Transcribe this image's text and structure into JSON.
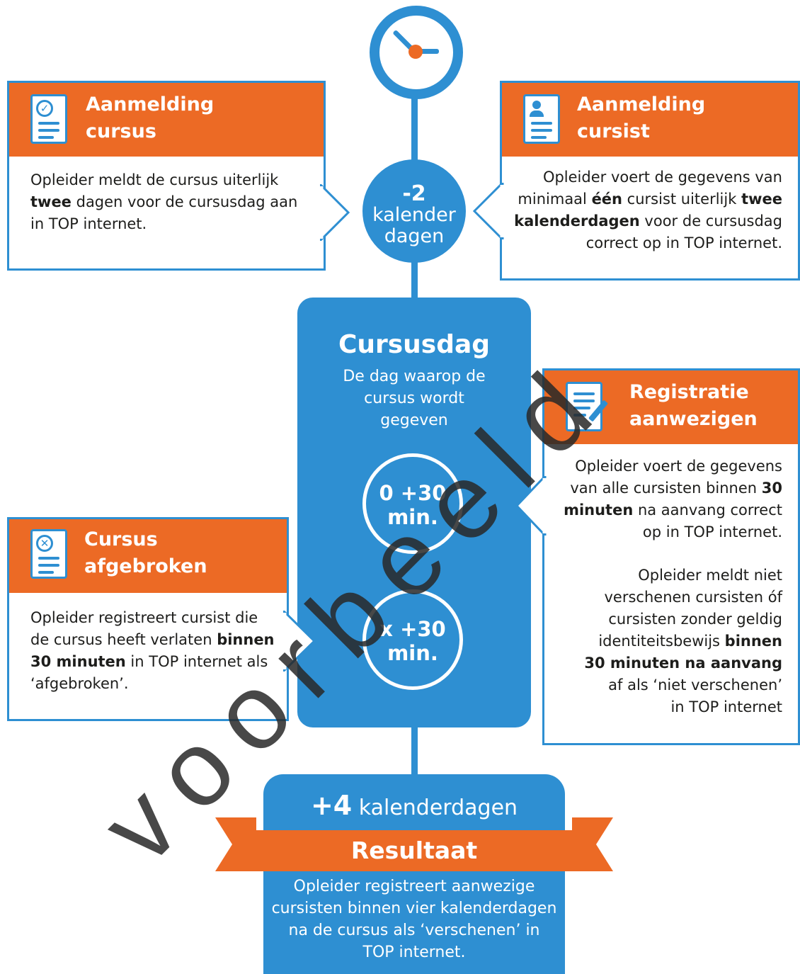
{
  "clock": {
    "icon": "clock-icon"
  },
  "timeline_marker": {
    "num": "-2",
    "line1": "kalender",
    "line2": "dagen"
  },
  "card_aanmelding_cursus": {
    "title_line1": "Aanmelding",
    "title_line2": "cursus",
    "icon": "document-check-icon",
    "body": [
      "Opleider meldt de cursus uiterlijk",
      "twee",
      " dagen voor de cursusdag aan",
      "in TOP internet."
    ]
  },
  "card_aanmelding_cursist": {
    "title_line1": "Aanmelding",
    "title_line2": "cursist",
    "icon": "document-person-icon",
    "body_l1": "Opleider voert de gegevens van",
    "body_l2a": "minimaal ",
    "body_l2b": "één",
    "body_l2c": " cursist uiterlijk ",
    "body_l2d": "twee",
    "body_l3a": "kalenderdagen",
    "body_l3b": " voor de cursusdag",
    "body_l4": "correct op in TOP internet."
  },
  "cursusdag": {
    "title": "Cursusdag",
    "sub_l1": "De dag waarop de",
    "sub_l2": "cursus wordt",
    "sub_l3": "gegeven",
    "ring1_l1": "0 +30",
    "ring1_l2": "min.",
    "ring2_l1": "x +30",
    "ring2_l2": "min."
  },
  "card_registratie": {
    "title_line1": "Registratie",
    "title_line2": "aanwezigen",
    "icon": "document-pen-icon",
    "p1_l1": "Opleider voert de gegevens",
    "p1_l2a": "van alle cursisten binnen ",
    "p1_l2b": "30",
    "p1_l3a": "minuten",
    "p1_l3b": " na aanvang correct",
    "p1_l4": "op in TOP internet.",
    "p2_l1": "Opleider meldt niet",
    "p2_l2": "verschenen cursisten óf",
    "p2_l3": "cursisten zonder geldig",
    "p2_l4a": "identiteitsbewijs ",
    "p2_l4b": "binnen",
    "p2_l5": "30 minuten na aanvang",
    "p2_l6": "af als ‘niet verschenen’",
    "p2_l7": "in TOP internet"
  },
  "card_afgebroken": {
    "title_line1": "Cursus",
    "title_line2": "afgebroken",
    "icon": "document-x-icon",
    "l1": "Opleider registreert cursist die",
    "l2a": "de cursus heeft verlaten ",
    "l2b": "binnen",
    "l3a": "30 minuten",
    "l3b": " in TOP internet als",
    "l4": "‘afgebroken’."
  },
  "result": {
    "days_num": "+4",
    "days_label": " kalenderdagen",
    "ribbon": "Resultaat",
    "l1": "Opleider registreert aanwezige",
    "l2": "cursisten binnen vier kalenderdagen",
    "l3": "na de cursus als ‘verschenen’ in",
    "l4": "TOP internet."
  },
  "watermark": "voorbeeld",
  "colors": {
    "blue": "#2e8fd2",
    "orange": "#ec6a25"
  }
}
